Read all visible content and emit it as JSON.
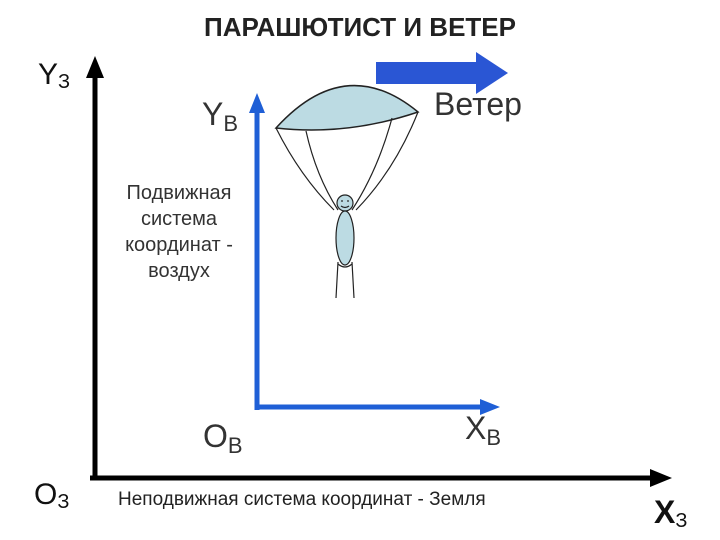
{
  "title": "ПАРАШЮТИСТ И ВЕТЕР",
  "earth_axes": {
    "y_letter": "Y",
    "y_sub": "З",
    "x_letter": "X",
    "x_sub": "З",
    "origin_letter": "O",
    "origin_sub": "З"
  },
  "air_axes": {
    "y_letter": "Y",
    "y_sub": "В",
    "x_letter": "X",
    "x_sub": "В",
    "origin_letter": "O",
    "origin_sub": "В"
  },
  "wind_label": "Ветер",
  "moving_system_label": "Подвижная система координат - воздух",
  "fixed_system_label": "Неподвижная система координат - Земля",
  "colors": {
    "earth_axes": "#000000",
    "air_axes": "#1f5fd6",
    "wind_arrow": "#2a56d4",
    "canopy": "#bcdbe3"
  }
}
